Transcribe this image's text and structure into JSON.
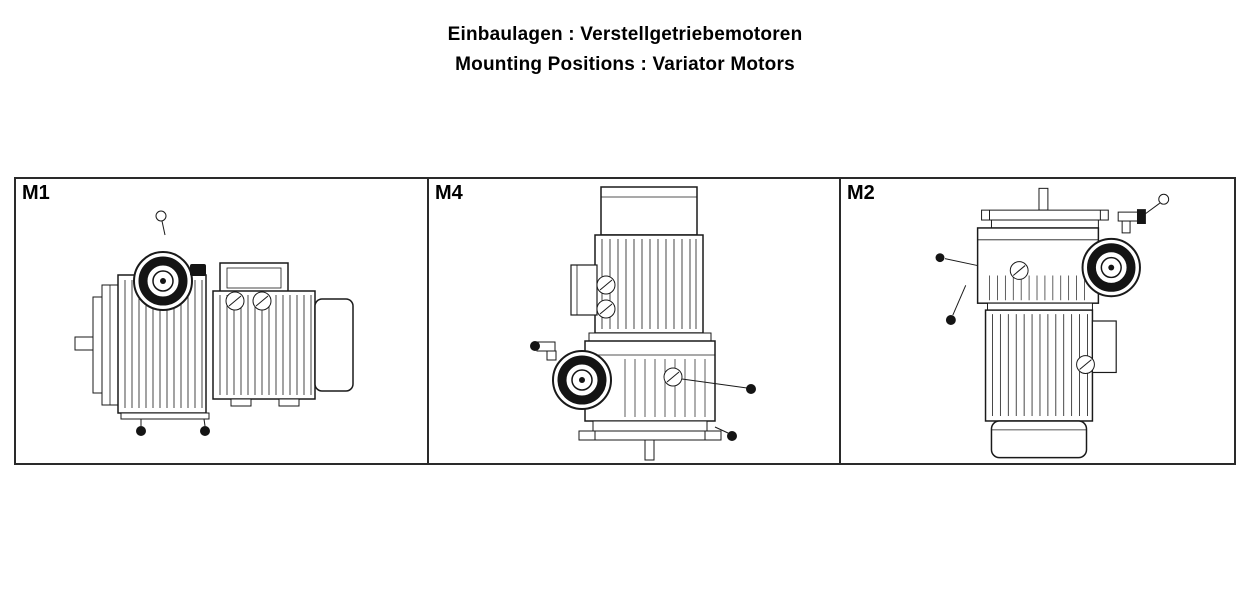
{
  "title": {
    "line_de": "Einbaulagen : Verstellgetriebemotoren",
    "line_en": "Mounting Positions : Variator Motors"
  },
  "panels": [
    {
      "label": "M1"
    },
    {
      "label": "M4"
    },
    {
      "label": "M2"
    }
  ],
  "colors": {
    "line": "#1a1a1a",
    "border": "#2a2a2a",
    "background": "#ffffff"
  }
}
